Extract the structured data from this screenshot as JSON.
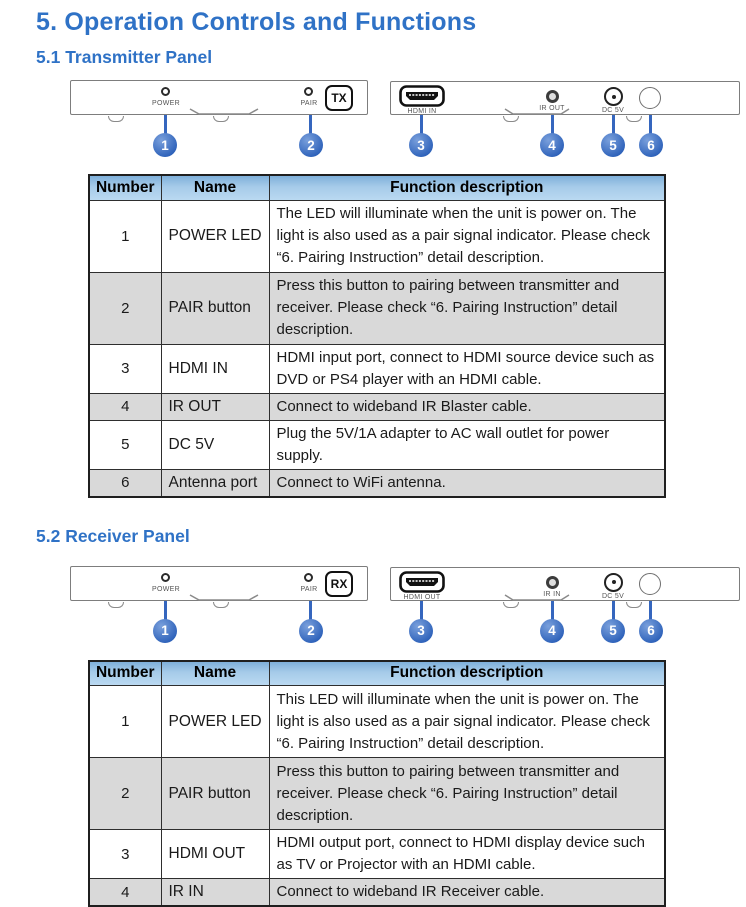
{
  "page": {
    "title": "5. Operation Controls and Functions"
  },
  "colors": {
    "accent_blue": "#2f72c6",
    "callout_blue": "#3566be",
    "table_header_bg": "#a6cbe9",
    "row_alt_gray": "#d9d9d9"
  },
  "sections": [
    {
      "heading": "5.1 Transmitter Panel",
      "front_panel": {
        "power_label": "POWER",
        "pair_label": "PAIR",
        "button_label": "TX"
      },
      "rear_panel": {
        "hdmi_label": "HDMI IN",
        "ir_label": "IR OUT",
        "dc_label": "DC 5V"
      },
      "callouts": [
        "1",
        "2",
        "3",
        "4",
        "5",
        "6"
      ],
      "table": {
        "headers": [
          "Number",
          "Name",
          "Function description"
        ],
        "rows": [
          {
            "number": "1",
            "name": "POWER LED",
            "description": "The LED will illuminate when the unit is power on. The light is also used as a pair signal indicator. Please check “6. Pairing Instruction” detail description."
          },
          {
            "number": "2",
            "name": "PAIR button",
            "description": "Press this button to pairing between transmitter and receiver. Please check “6. Pairing Instruction” detail description."
          },
          {
            "number": "3",
            "name": "HDMI IN",
            "description": "HDMI input port, connect to HDMI source device such as DVD or PS4 player with an HDMI cable."
          },
          {
            "number": "4",
            "name": "IR OUT",
            "description": "Connect to wideband IR Blaster cable."
          },
          {
            "number": "5",
            "name": "DC 5V",
            "description": "Plug the 5V/1A adapter to AC wall outlet for power supply."
          },
          {
            "number": "6",
            "name": "Antenna port",
            "description": "Connect to WiFi antenna."
          }
        ]
      }
    },
    {
      "heading": "5.2 Receiver Panel",
      "front_panel": {
        "power_label": "POWER",
        "pair_label": "PAIR",
        "button_label": "RX"
      },
      "rear_panel": {
        "hdmi_label": "HDMI OUT",
        "ir_label": "IR IN",
        "dc_label": "DC 5V"
      },
      "callouts": [
        "1",
        "2",
        "3",
        "4",
        "5",
        "6"
      ],
      "table": {
        "headers": [
          "Number",
          "Name",
          "Function description"
        ],
        "rows": [
          {
            "number": "1",
            "name": "POWER LED",
            "description": "This LED will illuminate when the unit is power on. The light is also used as a pair signal indicator. Please check “6. Pairing Instruction” detail description."
          },
          {
            "number": "2",
            "name": "PAIR button",
            "description": "Press this button to pairing between transmitter and receiver. Please check “6. Pairing Instruction” detail description."
          },
          {
            "number": "3",
            "name": "HDMI OUT",
            "description": "HDMI output port, connect to HDMI display device such as TV or Projector with an HDMI cable."
          },
          {
            "number": "4",
            "name": "IR IN",
            "description": "Connect to wideband IR Receiver cable."
          }
        ]
      }
    }
  ]
}
